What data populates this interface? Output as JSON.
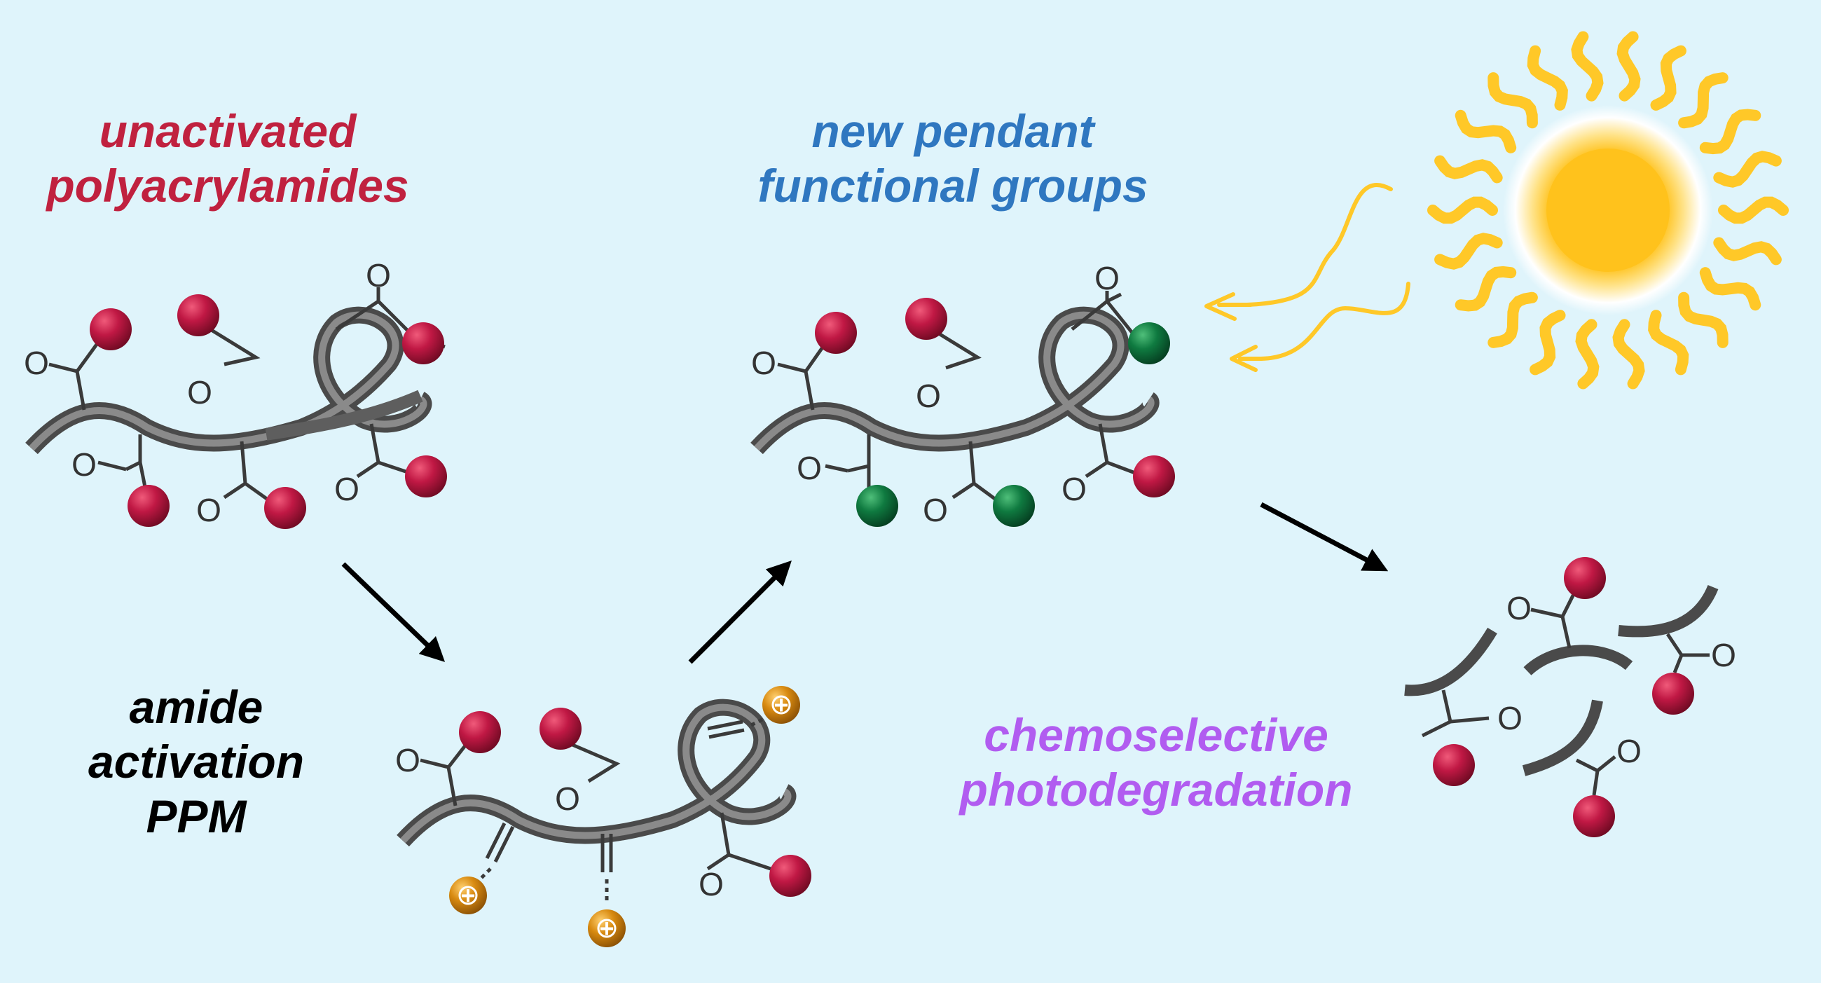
{
  "labels": {
    "unactivated": {
      "line1": "unactivated",
      "line2": "polyacrylamides"
    },
    "pendant": {
      "line1": "new pendant",
      "line2": "functional groups"
    },
    "activation": {
      "line1": "amide",
      "line2": "activation",
      "line3": "PPM"
    },
    "photodegradation": {
      "line1": "chemoselective",
      "line2": "photodegradation"
    }
  },
  "atom_symbols": {
    "oxygen": "O",
    "cation": "+"
  },
  "colors": {
    "background": "#dff4fb",
    "title_red": "#c0213f",
    "title_blue": "#2f77c0",
    "title_black": "#000000",
    "title_purple": "#b15cf0",
    "backbone": "#5e5e5e",
    "bond": "#3a3a3a",
    "original_group": "#b4123a",
    "new_group": "#0c6a38",
    "activated_group": "#d48a12",
    "sun_core": "#ffc21c",
    "sun_ray": "#ffc828",
    "arrow": "#000000"
  }
}
